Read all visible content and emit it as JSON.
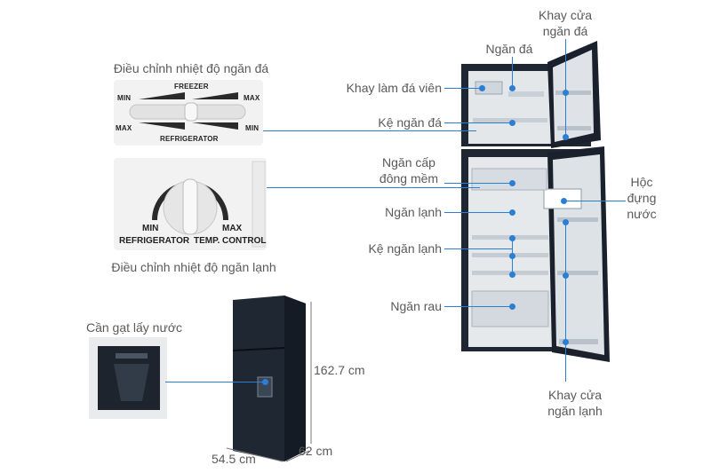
{
  "labels": {
    "freezer_tray_door": "Khay cửa\nngăn đá",
    "freezer": "Ngăn đá",
    "ice_tray": "Khay làm đá viên",
    "freezer_shelf": "Kệ ngăn đá",
    "chill": "Ngăn cấp\nđông mềm",
    "fridge": "Ngăn lạnh",
    "fridge_shelf": "Kệ ngăn lạnh",
    "veg": "Ngăn rau",
    "water_box": "Hộc\nđựng\nnước",
    "fridge_door": "Khay cửa\nngăn lạnh",
    "freezer_temp": "Điều chỉnh nhiệt độ ngăn đá",
    "fridge_temp": "Điều chỉnh nhiệt độ ngăn lạnh",
    "water_lever": "Cần gạt lấy nước"
  },
  "slider_panel": {
    "freezer": "FREEZER",
    "refrigerator": "REFRIGERATOR",
    "min": "MIN",
    "max": "MAX"
  },
  "dial_panel": {
    "min": "MIN",
    "max": "MAX",
    "refrigerator": "REFRIGERATOR",
    "temp_control": "TEMP. CONTROL"
  },
  "dimensions": {
    "height": "162.7 cm",
    "width": "54.5 cm",
    "depth": "62 cm"
  },
  "colors": {
    "callout": "#2a7fd4",
    "fridge_body": "#1c2430",
    "interior": "#e9ecef"
  }
}
